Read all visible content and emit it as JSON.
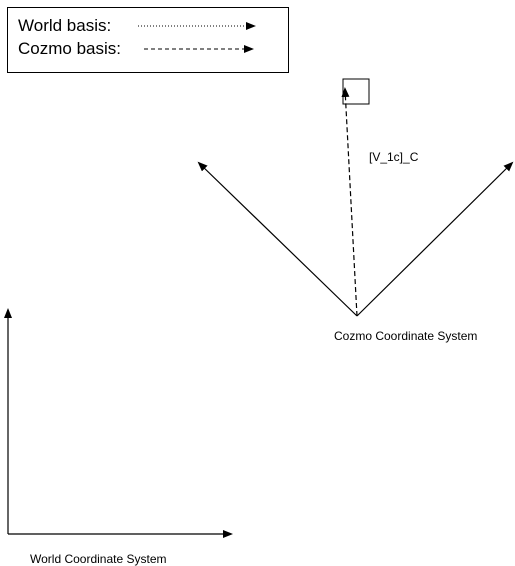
{
  "legend": {
    "world_basis_label": "World basis:",
    "cozmo_basis_label": "Cozmo basis:"
  },
  "labels": {
    "cozmo_coordinate_system": "Cozmo Coordinate System",
    "world_coordinate_system": "World Coordinate System",
    "vector_label": "[V_1c]_C"
  },
  "colors": {
    "stroke": "#000000",
    "background": "#ffffff"
  }
}
